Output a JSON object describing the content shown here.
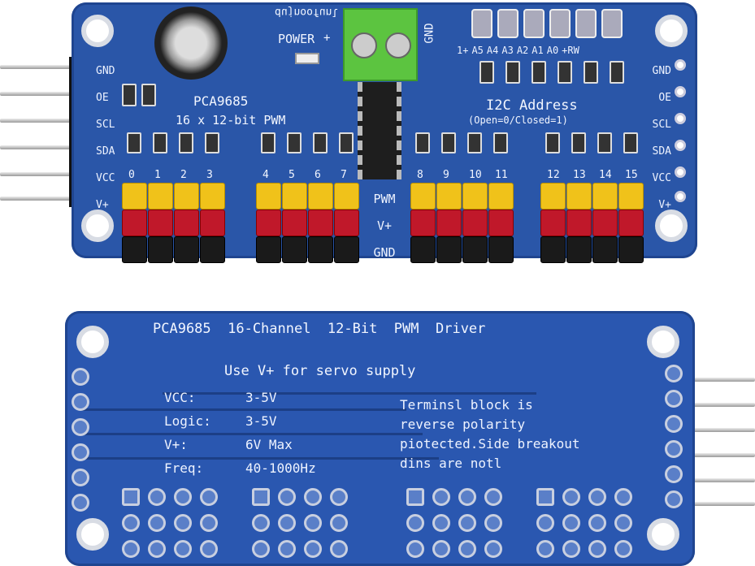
{
  "top_board": {
    "brand_text": "dujnoofunl",
    "power_label": "POWER",
    "plus_label": "+",
    "terminal_gnd": "GND",
    "chip_name": "PCA9685",
    "chip_desc": "16 x 12-bit PWM",
    "address_pins": [
      "1+",
      "A5",
      "A4",
      "A3",
      "A2",
      "A1",
      "A0",
      "+RW"
    ],
    "i2c_title": "I2C Address",
    "i2c_note": "(Open=0/Closed=1)",
    "left_pins": [
      "GND",
      "OE",
      "SCL",
      "SDA",
      "VCC",
      "V+"
    ],
    "right_pins": [
      "GND",
      "OE",
      "SCL",
      "SDA",
      "VCC",
      "V+"
    ],
    "channels": [
      "0",
      "1",
      "2",
      "3",
      "4",
      "5",
      "6",
      "7",
      "8",
      "9",
      "10",
      "11",
      "12",
      "13",
      "14",
      "15"
    ],
    "row_labels": [
      "PWM",
      "V+",
      "GND"
    ],
    "colors": {
      "pcb": "#2a56a8",
      "terminal": "#5cc440",
      "signal": "#f0c21a",
      "power": "#c0182a",
      "ground": "#1a1a1a"
    }
  },
  "bottom_board": {
    "title": "PCA9685  16-Channel  12-Bit  PWM  Driver",
    "supply_note": "Use V+ for servo supply",
    "specs": [
      {
        "label": "VCC:",
        "value": "3-5V"
      },
      {
        "label": "Logic:",
        "value": "3-5V"
      },
      {
        "label": "V+:",
        "value": "6V Max"
      },
      {
        "label": "Freq:",
        "value": "40-1000Hz"
      }
    ],
    "notice": [
      "Terminsl block is",
      "reverse polarity",
      "piotected.Side breakout",
      "dins are notl"
    ]
  }
}
